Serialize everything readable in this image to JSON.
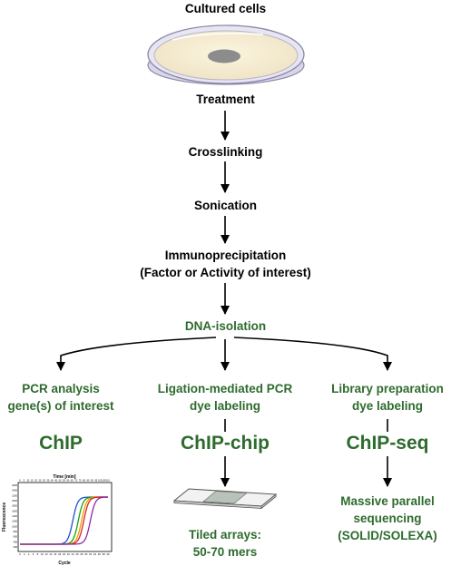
{
  "colors": {
    "accent_green": "#2e6b2e",
    "text": "#000000"
  },
  "steps": {
    "cultured_cells": "Cultured cells",
    "treatment": "Treatment",
    "crosslinking": "Crosslinking",
    "sonication": "Sonication",
    "immunoprecipitation_line1": "Immunoprecipitation",
    "immunoprecipitation_line2": "(Factor or Activity of interest)",
    "dna_isolation": "DNA-isolation"
  },
  "branches": {
    "chip": {
      "line1": "PCR analysis",
      "line2": "gene(s) of interest",
      "method": "ChIP"
    },
    "chip_chip": {
      "line1": "Ligation-mediated PCR",
      "line2": "dye labeling",
      "method": "ChIP-chip",
      "result_line1": "Tiled arrays:",
      "result_line2": "50-70 mers"
    },
    "chip_seq": {
      "line1": "Library preparation",
      "line2": "dye labeling",
      "method": "ChIP-seq",
      "result_line1": "Massive parallel",
      "result_line2": "sequencing",
      "result_line3": "(SOLID/SOLEXA)"
    }
  },
  "pcr_plot": {
    "title": "Time [min]",
    "xlabel": "Cycle",
    "ylabel": "Fluorescence",
    "top_ticks": [
      "0",
      "5",
      "10",
      "15",
      "20",
      "25",
      "30",
      "35",
      "40",
      "45",
      "50",
      "55",
      "60",
      "65",
      "70",
      "75",
      "80",
      "85",
      "90",
      "95",
      "100",
      "105",
      "110"
    ],
    "bottom_ticks": [
      "0",
      "2",
      "4",
      "6",
      "8",
      "10",
      "12",
      "14",
      "16",
      "18",
      "20",
      "22",
      "24",
      "26",
      "28",
      "30",
      "32",
      "34",
      "36",
      "38",
      "40"
    ],
    "y_ticks": [
      "2600",
      "2400",
      "2200",
      "2000",
      "1800",
      "1600",
      "1400",
      "1200",
      "1000",
      "800",
      "600",
      "400",
      "200"
    ],
    "series": [
      {
        "color": "#1f4fd0",
        "midpoint_cycle": 24
      },
      {
        "color": "#16a016",
        "midpoint_cycle": 26.5
      },
      {
        "color": "#e8a000",
        "midpoint_cycle": 28
      },
      {
        "color": "#e02020",
        "midpoint_cycle": 29
      },
      {
        "color": "#8a2aa8",
        "midpoint_cycle": 32
      }
    ]
  }
}
